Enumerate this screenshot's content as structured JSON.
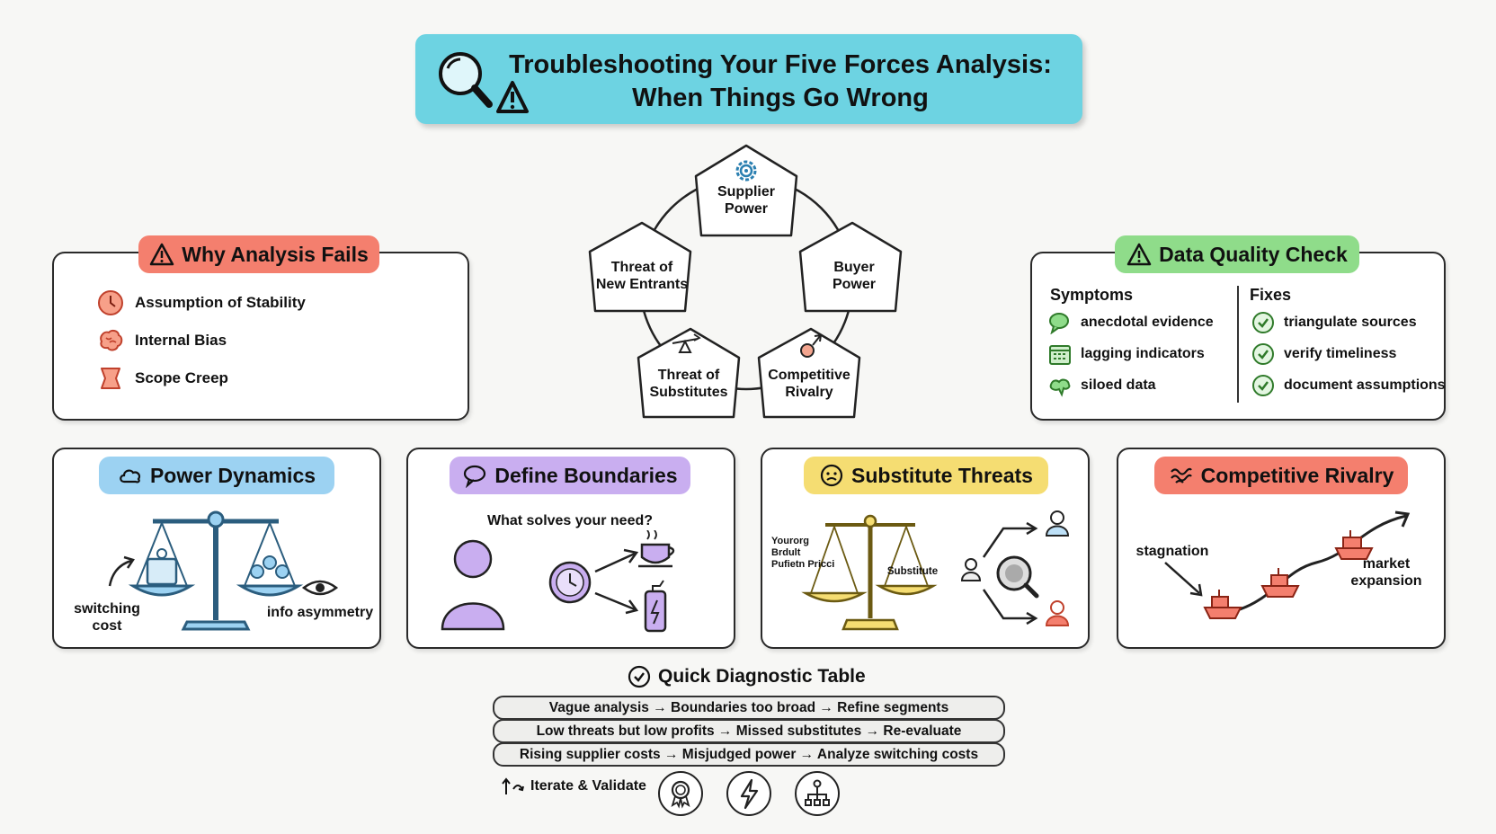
{
  "header": {
    "title_line1": "Troubleshooting Your Five Forces Analysis:",
    "title_line2": "When Things Go Wrong"
  },
  "forces": {
    "supplier": [
      "Supplier",
      "Power"
    ],
    "buyer": [
      "Buyer",
      "Power"
    ],
    "rivalry": [
      "Competitive",
      "Rivalry"
    ],
    "substitutes": [
      "Threat of",
      "Substitutes"
    ],
    "entrants": [
      "Threat of",
      "New Entrants"
    ]
  },
  "why_fails": {
    "title": "Why Analysis Fails",
    "items": [
      "Assumption of Stability",
      "Internal Bias",
      "Scope Creep"
    ]
  },
  "data_quality": {
    "title": "Data Quality Check",
    "symptoms_header": "Symptoms",
    "fixes_header": "Fixes",
    "symptoms": [
      "anecdotal evidence",
      "lagging indicators",
      "siloed data"
    ],
    "fixes": [
      "triangulate sources",
      "verify timeliness",
      "document assumptions"
    ]
  },
  "power_dynamics": {
    "title": "Power Dynamics",
    "label_left": [
      "switching",
      "cost"
    ],
    "label_right": "info asymmetry"
  },
  "define_boundaries": {
    "title": "Define Boundaries",
    "question": "What solves your need?"
  },
  "substitute_threats": {
    "title": "Substitute Threats",
    "left_pan_text": [
      "Yourorg",
      "Brdult",
      "Pufietn Pricci"
    ],
    "right_pan_text": "Substitute"
  },
  "competitive_rivalry": {
    "title": "Competitive Rivalry",
    "label_left": "stagnation",
    "label_right": [
      "market",
      "expansion"
    ]
  },
  "diagnostic": {
    "title": "Quick Diagnostic Table",
    "rows": [
      "Vague analysis → Boundaries too broad → Refine segments",
      "Low threats but low profits → Missed substitutes → Re-evaluate",
      "Rising supplier costs → Misjudged power → Analyze switching costs"
    ],
    "iterate_label": "Iterate & Validate"
  },
  "colors": {
    "title_bg": "#6dd3e2",
    "why_fails": "#f47f6e",
    "data_quality": "#8fdc8a",
    "power_dynamics": "#9cd2f2",
    "define_boundaries": "#c9aef0",
    "substitute_threats": "#f5dd72",
    "competitive_rivalry": "#f47f6e"
  },
  "icons": [
    "magnifier-icon",
    "warning-icon",
    "clock-icon",
    "brain-icon",
    "scope-icon",
    "chat-icon",
    "calendar-icon",
    "silo-icon",
    "check-icon",
    "cloud-icon",
    "speech-icon",
    "face-icon",
    "waves-icon",
    "award-icon",
    "lightning-icon",
    "hierarchy-icon"
  ]
}
